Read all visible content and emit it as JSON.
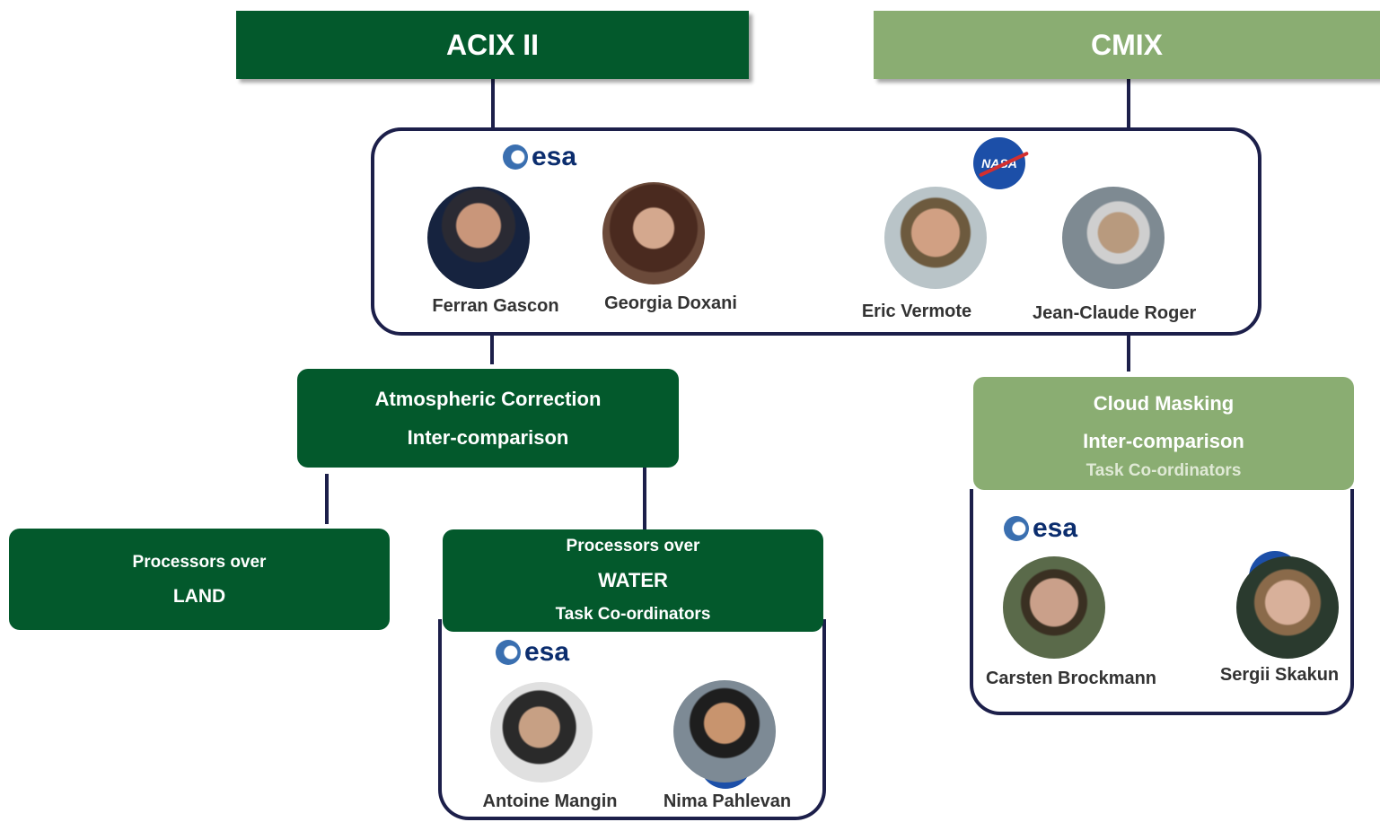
{
  "headers": {
    "acix": "ACIX II",
    "cmix": "CMIX"
  },
  "logos": {
    "esa_text": "esa",
    "nasa_text": "NASA"
  },
  "people": {
    "ferran": "Ferran Gascon",
    "georgia": "Georgia Doxani",
    "eric": "Eric Vermote",
    "jean_claude": "Jean-Claude Roger",
    "carsten": "Carsten Brockmann",
    "sergii": "Sergii Skakun",
    "antoine": "Antoine Mangin",
    "nima": "Nima  Pahlevan"
  },
  "boxes": {
    "ac_line1": "Atmospheric Correction",
    "ac_line2": "Inter-comparison",
    "cm_line1": "Cloud Masking",
    "cm_line2": "Inter-comparison",
    "cm_line3": "Task Co-ordinators",
    "land_line1": "Processors over",
    "land_line2": "LAND",
    "water_line1": "Processors over",
    "water_line2": "WATER",
    "water_line3": "Task Co-ordinators"
  },
  "colors": {
    "dark_green": "#03592c",
    "light_green": "#8aad72",
    "navy": "#1c1f4a"
  }
}
